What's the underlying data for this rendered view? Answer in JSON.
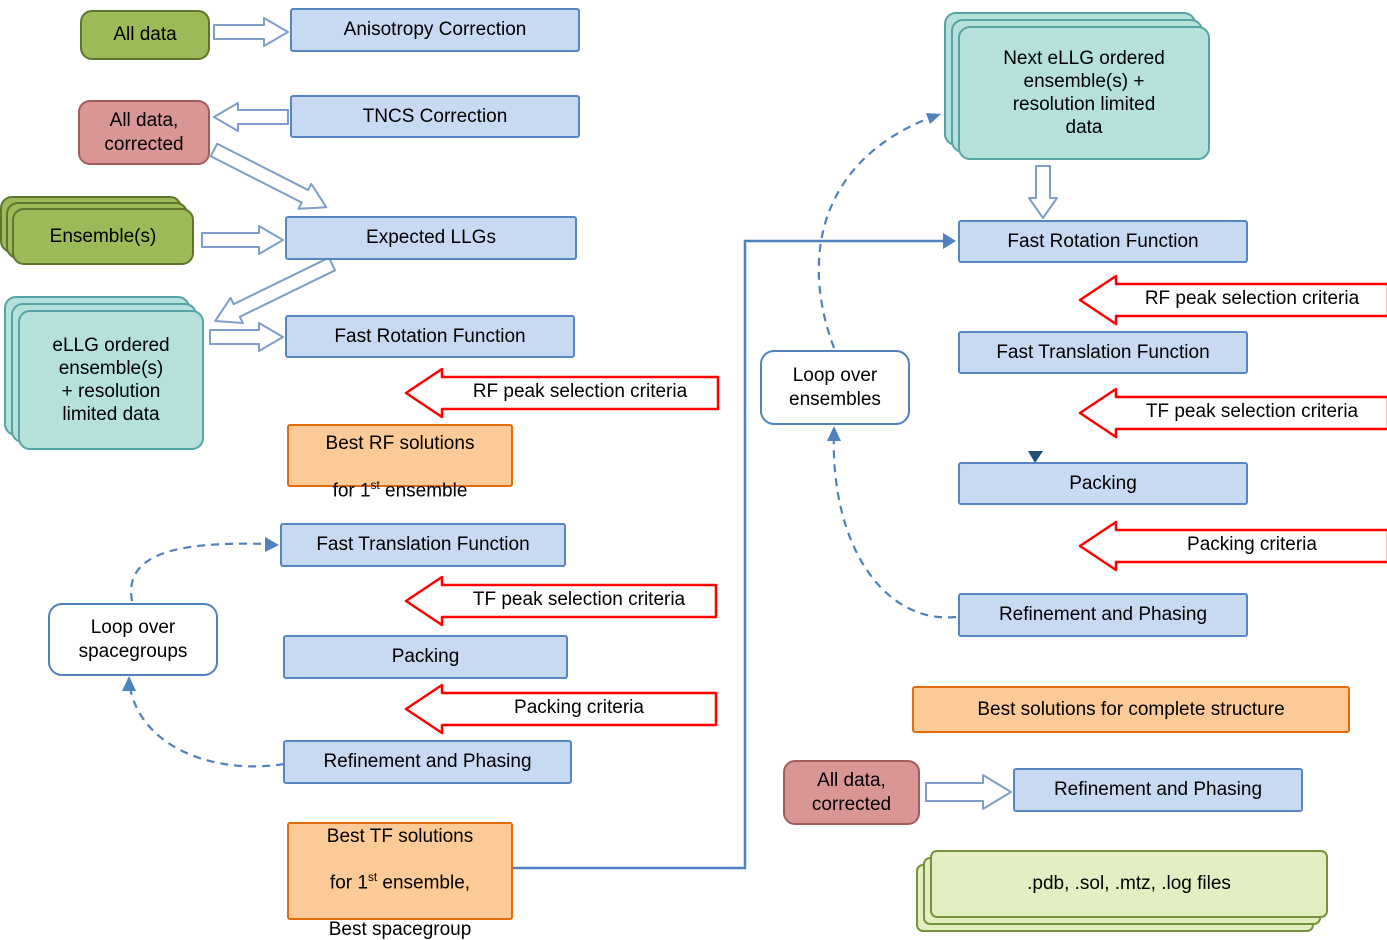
{
  "palette": {
    "process_fill": "#C7DAF1",
    "process_border": "#5585C2",
    "input_green_fill": "#9BBB59",
    "input_green_border": "#5E7530",
    "data_pink_fill": "#D99694",
    "data_pink_border": "#A05D5B",
    "ensemble_teal_fill": "#B5E0DC",
    "ensemble_teal_border": "#55A3A3",
    "result_orange_fill": "#FBCA97",
    "result_orange_border": "#E36C0A",
    "output_green_fill": "#E3EFC2",
    "output_green_border": "#77933C",
    "criteria_arrow_color": "#FF0000",
    "connector_blue": "#4F81BD",
    "block_arrow_outline": "#7E9DC8"
  },
  "left": {
    "all_data": "All data",
    "anisotropy_correction": "Anisotropy Correction",
    "tncs_correction": "TNCS Correction",
    "all_data_corrected": "All data,\ncorrected",
    "ensembles": "Ensemble(s)",
    "expected_llgs": "Expected LLGs",
    "ellg_ordered": "eLLG ordered\nensemble(s)\n+ resolution\nlimited data",
    "fast_rotation": "Fast Rotation Function",
    "rf_criteria": "RF peak selection criteria",
    "best_rf": {
      "line1": "Best RF solutions",
      "pre": "for 1",
      "sup": "st",
      "post": " ensemble"
    },
    "fast_translation": "Fast Translation Function",
    "tf_criteria": "TF peak selection criteria",
    "packing": "Packing",
    "packing_criteria": "Packing criteria",
    "refinement": "Refinement and Phasing",
    "loop_spacegroups": "Loop over\nspacegroups",
    "best_tf": {
      "line1": "Best TF solutions",
      "pre": "for 1",
      "sup": "st",
      "post": " ensemble,",
      "line3": "Best spacegroup"
    }
  },
  "right": {
    "next_ellg": "Next eLLG ordered\nensemble(s) +\nresolution limited\ndata",
    "fast_rotation": "Fast Rotation Function",
    "rf_criteria": "RF peak selection criteria",
    "fast_translation": "Fast Translation Function",
    "tf_criteria": "TF peak selection criteria",
    "packing": "Packing",
    "packing_criteria": "Packing criteria",
    "refinement": "Refinement and Phasing",
    "loop_ensembles": "Loop over\nensembles",
    "best_solutions": "Best solutions for complete structure",
    "all_data_corrected": "All data,\ncorrected",
    "refinement_final": "Refinement and Phasing",
    "output_files": ".pdb, .sol, .mtz, .log files"
  }
}
